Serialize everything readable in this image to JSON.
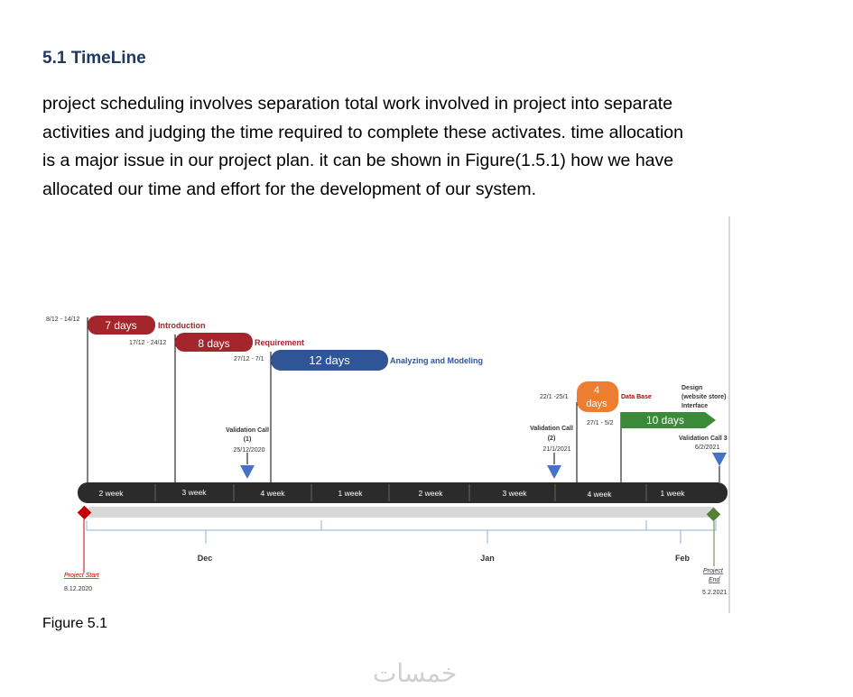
{
  "heading": "5.1 TimeLine",
  "paragraph": [
    "project scheduling involves separation total work involved in project into separate",
    "activities and judging the time required to complete these activates. time allocation",
    "is a major issue in our project plan. it can be shown in Figure(1.5.1) how we have",
    "allocated our time and effort for the development of our system."
  ],
  "figure": {
    "tasks": [
      {
        "date": "8/12 - 14/12",
        "duration": "7 days",
        "name": "Introduction",
        "color": "#a4262c"
      },
      {
        "date": "17/12 - 24/12",
        "duration": "8 days",
        "name": "Requirement",
        "color": "#a4262c"
      },
      {
        "date": "27/12 - 7/1",
        "duration": "12 days",
        "name": "Analyzing and Modeling",
        "color": "#2f5597"
      },
      {
        "date": "22/1 -25/1",
        "duration_top": "4",
        "duration_bottom": "days",
        "name": "Data Base",
        "color": "#ed7d31"
      },
      {
        "date": "27/1 - 5/2",
        "duration": "10 days",
        "name_lines": [
          "Design",
          "(website store)",
          "Interface"
        ],
        "color": "#3a8a3a"
      }
    ],
    "milestones": [
      {
        "lines": [
          "Validation Call",
          "(1)",
          "25/12/2020"
        ]
      },
      {
        "lines": [
          "Validation Call",
          "(2)",
          "21/1/2021"
        ]
      },
      {
        "lines": [
          "Validation Call 3",
          "6/2/2021"
        ]
      }
    ],
    "weeks": [
      "2 week",
      "3 week",
      "4 week",
      "1 week",
      "2 week",
      "3 week",
      "4 week",
      "1 week"
    ],
    "months": [
      "Dec",
      "Jan",
      "Feb"
    ],
    "start": {
      "label": "Project Start",
      "date": "8.12.2020"
    },
    "end": {
      "label_lines": [
        "Project",
        "End"
      ],
      "date": "5.2.2021"
    },
    "colors": {
      "bar": "#2b2b2b",
      "milestone": "#4472c4",
      "start": "#c00000",
      "end": "#548235",
      "month_line": "#8fb4d9"
    }
  },
  "caption": "Figure 5.1",
  "watermark": "خمسات"
}
